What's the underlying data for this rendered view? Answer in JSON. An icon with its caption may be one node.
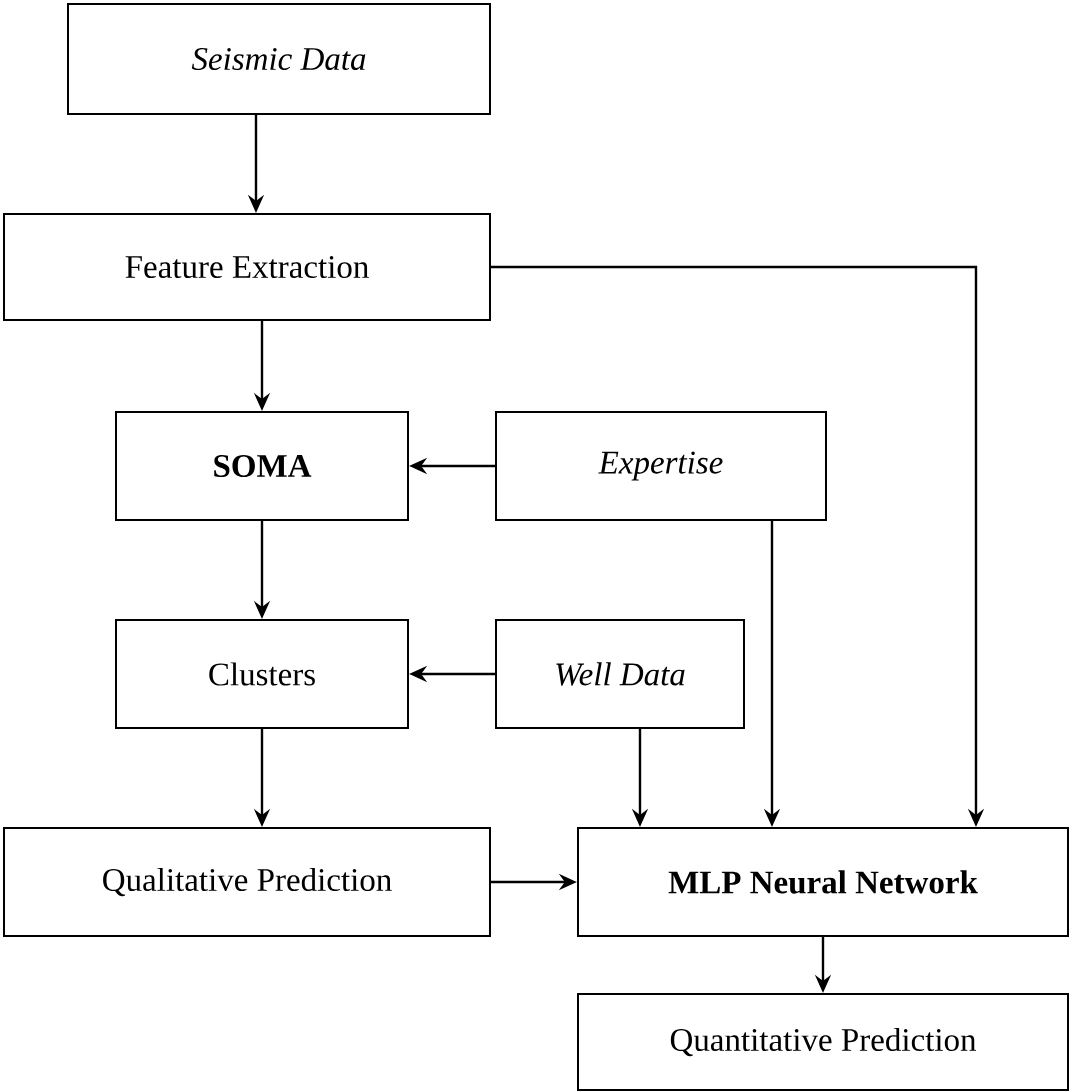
{
  "diagram": {
    "nodes": [
      {
        "text": [
          "Seismic Data"
        ]
      },
      {
        "text": [
          "Feature Extraction"
        ]
      },
      {
        "text": [
          "SOMA"
        ]
      },
      {
        "text": [
          "Expertise"
        ]
      },
      {
        "text": [
          "Clusters"
        ]
      },
      {
        "text": [
          "Well Data"
        ]
      },
      {
        "text": [
          "Qualitative Prediction"
        ]
      },
      {
        "text": [
          "MLP Neural Network"
        ]
      },
      {
        "text": [
          "Quantitative Prediction"
        ]
      }
    ],
    "edges": [
      {
        "from": 0,
        "to": 1,
        "arrow": "to"
      },
      {
        "from": 1,
        "to": 2,
        "arrow": "to"
      },
      {
        "from": 1,
        "to": 7,
        "arrow": "to"
      },
      {
        "from": 3,
        "to": 2,
        "arrow": "to"
      },
      {
        "from": 3,
        "to": 7,
        "arrow": "to"
      },
      {
        "from": 2,
        "to": 4,
        "arrow": "to"
      },
      {
        "from": 5,
        "to": 4,
        "arrow": "to"
      },
      {
        "from": 5,
        "to": 7,
        "arrow": "to"
      },
      {
        "from": 4,
        "to": 6,
        "arrow": "to"
      },
      {
        "from": 6,
        "to": 7,
        "arrow": "to"
      },
      {
        "from": 7,
        "to": 8,
        "arrow": "to"
      }
    ]
  }
}
